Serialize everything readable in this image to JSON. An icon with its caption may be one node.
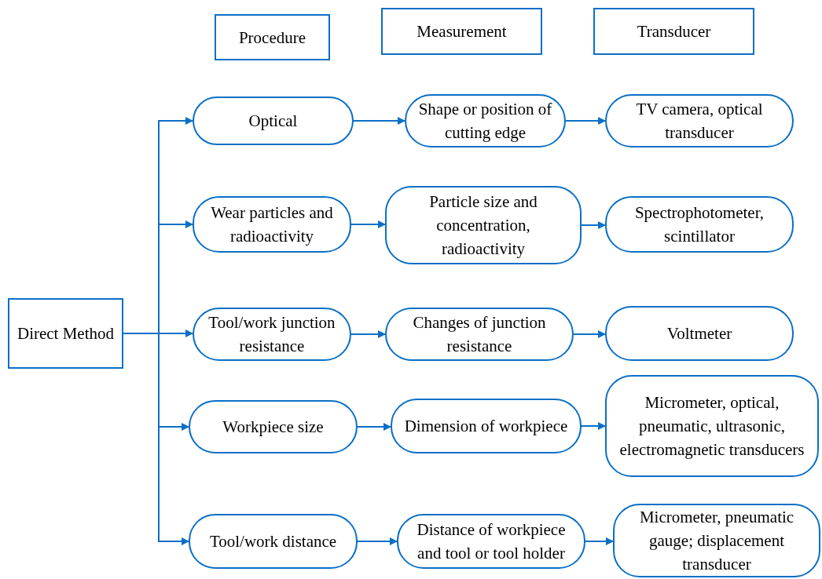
{
  "diagram": {
    "nodes": [
      {
        "text": [
          "Procedure"
        ]
      },
      {
        "text": [
          "Measurement"
        ]
      },
      {
        "text": [
          "Transducer"
        ]
      },
      {
        "text": [
          "Direct Method"
        ]
      },
      {
        "text": [
          "Optical"
        ]
      },
      {
        "text": [
          "Shape or position of cutting edge"
        ]
      },
      {
        "text": [
          "TV camera, optical transducer"
        ]
      },
      {
        "text": [
          "Wear particles and radioactivity"
        ]
      },
      {
        "text": [
          "Particle size and concentration, radioactivity"
        ]
      },
      {
        "text": [
          "Spectrophotometer, scintillator"
        ]
      },
      {
        "text": [
          "Tool/work junction resistance"
        ]
      },
      {
        "text": [
          "Changes of junction resistance"
        ]
      },
      {
        "text": [
          "Voltmeter"
        ]
      },
      {
        "text": [
          "Workpiece size"
        ]
      },
      {
        "text": [
          "Dimension of workpiece"
        ]
      },
      {
        "text": [
          "Micrometer, optical, pneumatic, ultrasonic, electromagnetic transducers"
        ]
      },
      {
        "text": [
          "Tool/work distance"
        ]
      },
      {
        "text": [
          "Distance of workpiece and tool or tool holder"
        ]
      },
      {
        "text": [
          "Micrometer, pneumatic gauge; displacement transducer"
        ]
      }
    ],
    "edges": [
      {
        "from": 3,
        "to": 4,
        "arrow": "to"
      },
      {
        "from": 3,
        "to": 7,
        "arrow": "to"
      },
      {
        "from": 3,
        "to": 10,
        "arrow": "to"
      },
      {
        "from": 3,
        "to": 13,
        "arrow": "to"
      },
      {
        "from": 3,
        "to": 16,
        "arrow": "to"
      },
      {
        "from": 4,
        "to": 5,
        "arrow": "to"
      },
      {
        "from": 5,
        "to": 6,
        "arrow": "to"
      },
      {
        "from": 7,
        "to": 8,
        "arrow": "to"
      },
      {
        "from": 8,
        "to": 9,
        "arrow": "to"
      },
      {
        "from": 10,
        "to": 11,
        "arrow": "to"
      },
      {
        "from": 11,
        "to": 12,
        "arrow": "to"
      },
      {
        "from": 13,
        "to": 14,
        "arrow": "to"
      },
      {
        "from": 14,
        "to": 15,
        "arrow": "to"
      },
      {
        "from": 16,
        "to": 17,
        "arrow": "to"
      },
      {
        "from": 17,
        "to": 18,
        "arrow": "to"
      }
    ]
  }
}
